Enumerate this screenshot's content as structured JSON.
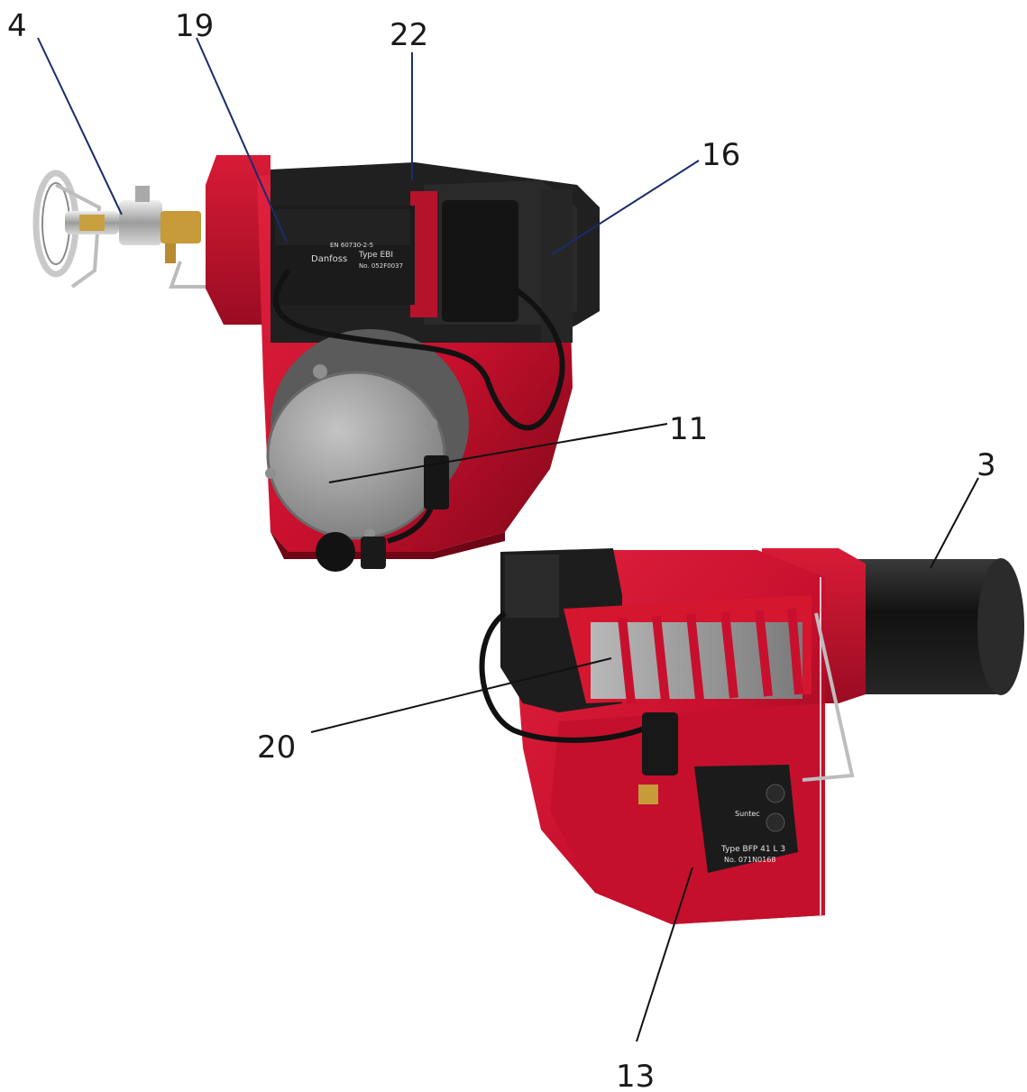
{
  "callouts": {
    "c4": "4",
    "c19": "19",
    "c22": "22",
    "c16": "16",
    "c11": "11",
    "c3": "3",
    "c20": "20",
    "c13": "13"
  },
  "labels": {
    "brand": "Danfoss",
    "ignition_type": "Type EBI",
    "ignition_no": "No. 052F0037",
    "ignition_std": "EN 60730-2-5",
    "pump_brand": "Suntec",
    "pump_type": "Type BFP 41 L 3",
    "pump_no": "No. 071N0168"
  },
  "colors": {
    "housing_red": "#c8102e",
    "housing_shadow": "#8e0a1f",
    "motor_grey": "#9a9a9a",
    "black_part": "#1c1c1c",
    "tube_black": "#151515",
    "leader_blue": "#1a2b6b"
  }
}
